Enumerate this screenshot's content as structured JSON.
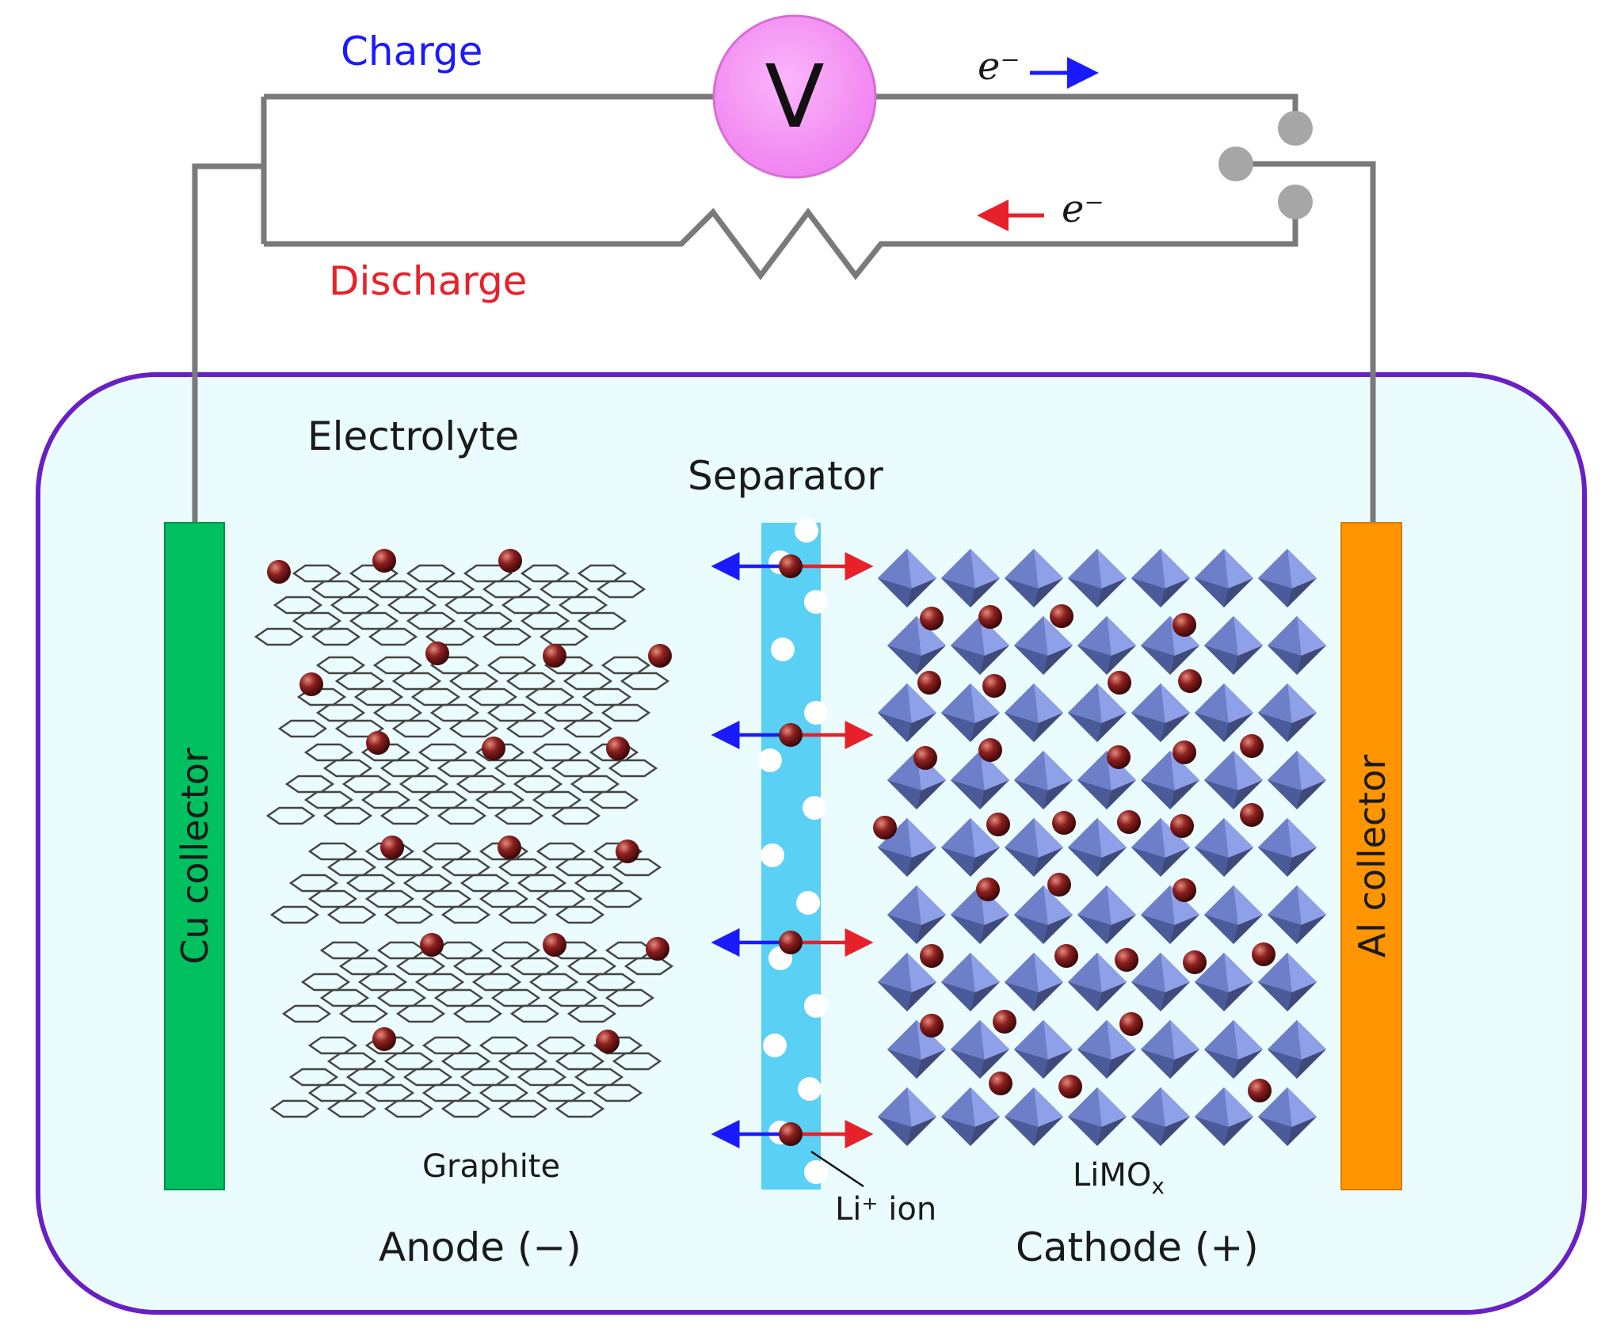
{
  "diagram": {
    "title": "",
    "labels": {
      "charge": "Charge",
      "discharge": "Discharge",
      "voltmeter": "V",
      "electron_top": "e⁻",
      "electron_bottom": "e⁻",
      "electrolyte": "Electrolyte",
      "separator": "Separator",
      "cu_collector": "Cu collector",
      "al_collector": "Al collector",
      "graphite": "Graphite",
      "limox": "LiMOx",
      "li_ion": "Li⁺ ion",
      "anode": "Anode (−)",
      "cathode": "Cathode (+)"
    },
    "colors": {
      "charge": "#1a1aff",
      "discharge": "#e8202a",
      "voltmeter": "#f590f5",
      "cell_border": "#6a1fc4",
      "cell_fill": "#eafcfd",
      "cu_collector": "#00c060",
      "al_collector": "#ff9500",
      "separator": "#5bd0f5",
      "li_ion": "#8b1f1f",
      "octahedron": "#7a8fd8",
      "wire": "#7a7a7a"
    }
  }
}
